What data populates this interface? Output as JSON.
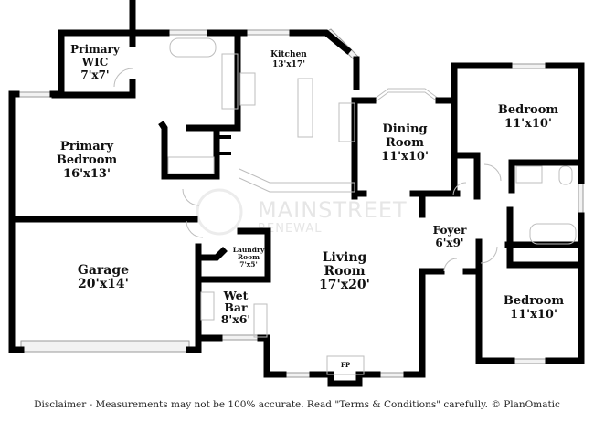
{
  "rooms": {
    "primary_wic": {
      "name_1": "Primary",
      "name_2": "WIC",
      "size": "7'x7'"
    },
    "kitchen": {
      "name": "Kitchen",
      "size": "13'x17'"
    },
    "primary_bedroom": {
      "name_1": "Primary",
      "name_2": "Bedroom",
      "size": "16'x13'"
    },
    "dining_room": {
      "name_1": "Dining",
      "name_2": "Room",
      "size": "11'x10'"
    },
    "bedroom_top": {
      "name": "Bedroom",
      "size": "11'x10'"
    },
    "foyer": {
      "name": "Foyer",
      "size": "6'x9'"
    },
    "garage": {
      "name": "Garage",
      "size": "20'x14'"
    },
    "laundry": {
      "name_1": "Laundry",
      "name_2": "Room",
      "size": "7'x5'"
    },
    "living_room": {
      "name_1": "Living",
      "name_2": "Room",
      "size": "17'x20'"
    },
    "wet_bar": {
      "name_1": "Wet",
      "name_2": "Bar",
      "size": "8'x6'"
    },
    "bedroom_bottom": {
      "name": "Bedroom",
      "size": "11'x10'"
    },
    "fireplace": {
      "label": "FP"
    }
  },
  "watermark": {
    "line_1": "MAINSTREET",
    "line_2": "RENEWAL"
  },
  "disclaimer": "Disclaimer - Measurements may not be 100% accurate. Read \"Terms & Conditions\" carefully. © PlanOmatic"
}
